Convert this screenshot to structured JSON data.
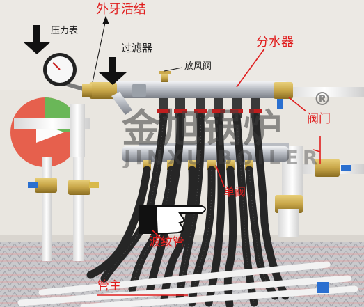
{
  "photo": {
    "labels": {
      "external_thread_fitting": "外牙活结",
      "pressure_gauge": "压力表",
      "filter": "过滤器",
      "air_vent_valve": "放风阀",
      "water_distributor": "分水器",
      "valve": "阀门",
      "single_valve": "单阀",
      "corrugated_pipe": "波纹管",
      "main_pipe": "管主"
    },
    "watermark": {
      "brand_chinese": "金旭锅炉",
      "brand_english": "JINXU BOILER",
      "registered_mark": "®"
    }
  },
  "colors": {
    "label_red": "#e01e1e",
    "wall": "#e9e6e0",
    "pipe_white": "#f4f4f4",
    "hose_black": "#262626",
    "brass": "#c8a648",
    "chrome": "#c9ccd1"
  },
  "icons": [
    "arrow-down-icon",
    "pointing-hand-icon"
  ]
}
